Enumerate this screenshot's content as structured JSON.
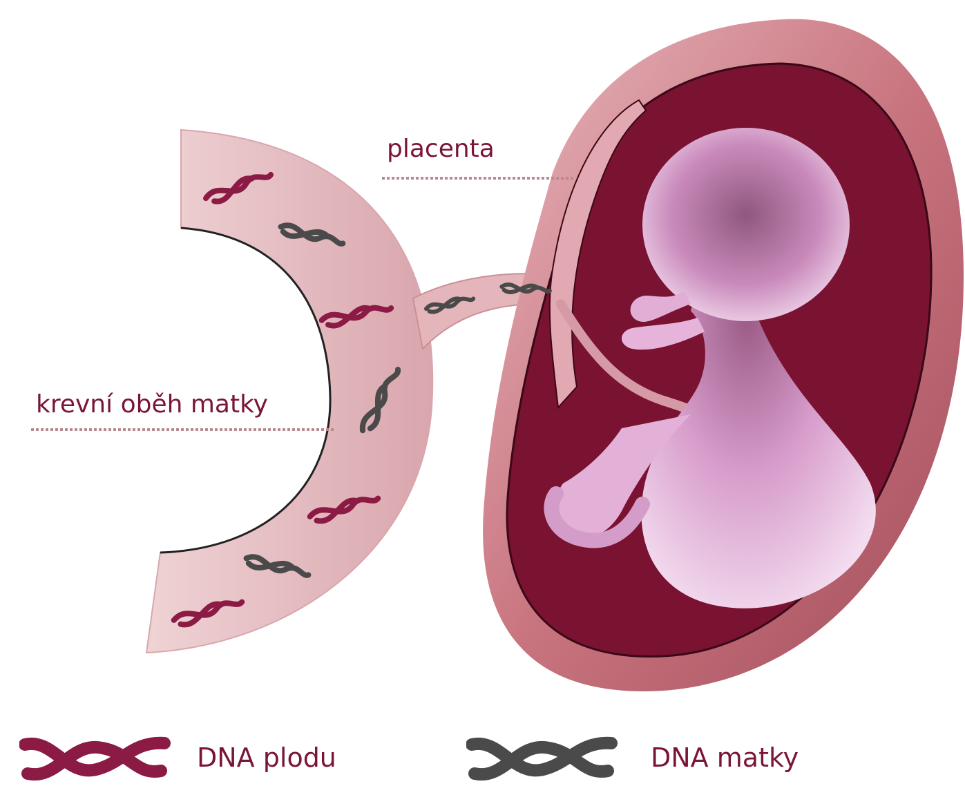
{
  "labels": {
    "placenta": "placenta",
    "maternal_circulation": "krevní oběh matky"
  },
  "legend": {
    "fetal_dna": "DNA plodu",
    "maternal_dna": "DNA matky"
  },
  "colors": {
    "fetal_dna": "#8b1a45",
    "maternal_dna": "#4a4a4a",
    "uterus_outer": "#d79aa4",
    "uterus_inner": "#7a1232",
    "vessel": "#e6c1c4",
    "fetus": "#c880b8",
    "label_text": "#7a1538"
  },
  "icons": {
    "fetal_dna": "dna-helix-icon",
    "maternal_dna": "dna-helix-icon"
  }
}
